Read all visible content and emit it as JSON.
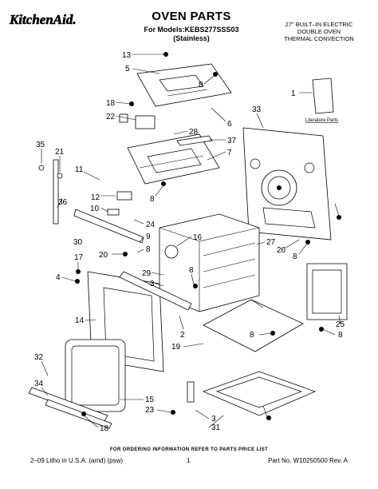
{
  "header": {
    "brand": "KitchenAid.",
    "title": "OVEN PARTS",
    "models_line1": "For Models:KEBS277SSS03",
    "models_line2": "(Stainless)",
    "spec_line1": "27\" BUILT–IN ELECTRIC",
    "spec_line2": "DOUBLE OVEN",
    "spec_line3": "THERMAL CONVECTION"
  },
  "literature_label": "Literature Parts",
  "callouts": [
    "13",
    "5",
    "8",
    "18",
    "22",
    "28",
    "6",
    "1",
    "33",
    "37",
    "7",
    "35",
    "21",
    "11",
    "12",
    "10",
    "8",
    "36",
    "24",
    "9",
    "8",
    "30",
    "16",
    "27",
    "26",
    "8",
    "17",
    "20",
    "4",
    "29",
    "3",
    "8",
    "25",
    "14",
    "2",
    "8",
    "19",
    "32",
    "34",
    "15",
    "8",
    "23",
    "18",
    "3",
    "31"
  ],
  "footer": {
    "order_note": "FOR ORDERING INFORMATION REFER TO PARTS PRICE LIST",
    "litho": "2–09 Litho in U.S.A. (amd) (psw)",
    "page": "1",
    "part_no": "Part No. W10250500 Rev. A"
  }
}
